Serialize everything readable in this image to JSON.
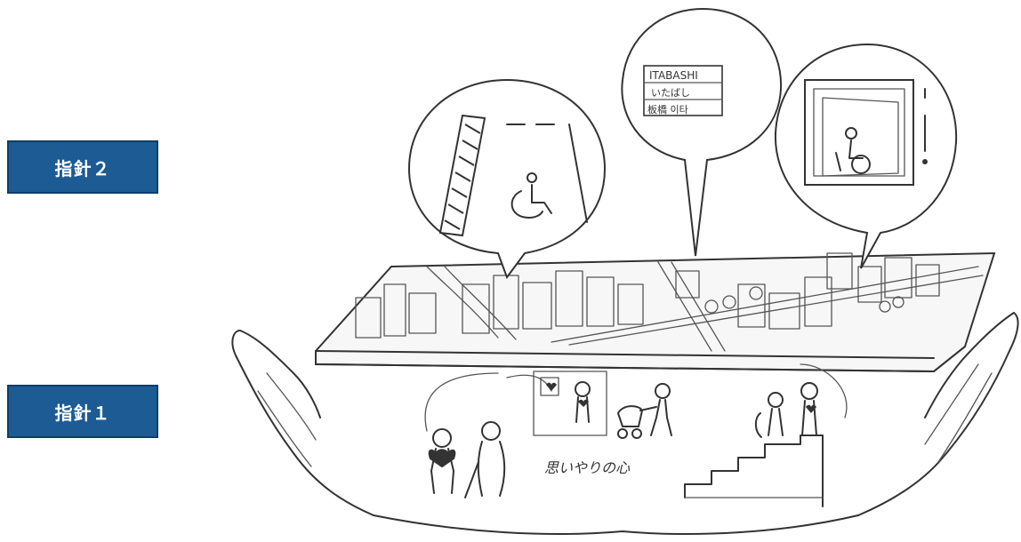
{
  "labels": {
    "guideline_2": "指針２",
    "guideline_1": "指針１"
  },
  "illustration": {
    "sign_line_1": "ITABASHI",
    "sign_line_2": "いたばし",
    "sign_line_3": "板橋 이타",
    "handwritten_text": "思いやりの心"
  },
  "colors": {
    "label_bg": "#1d5b94",
    "label_text": "#ffffff",
    "sketch_stroke": "#333333"
  }
}
